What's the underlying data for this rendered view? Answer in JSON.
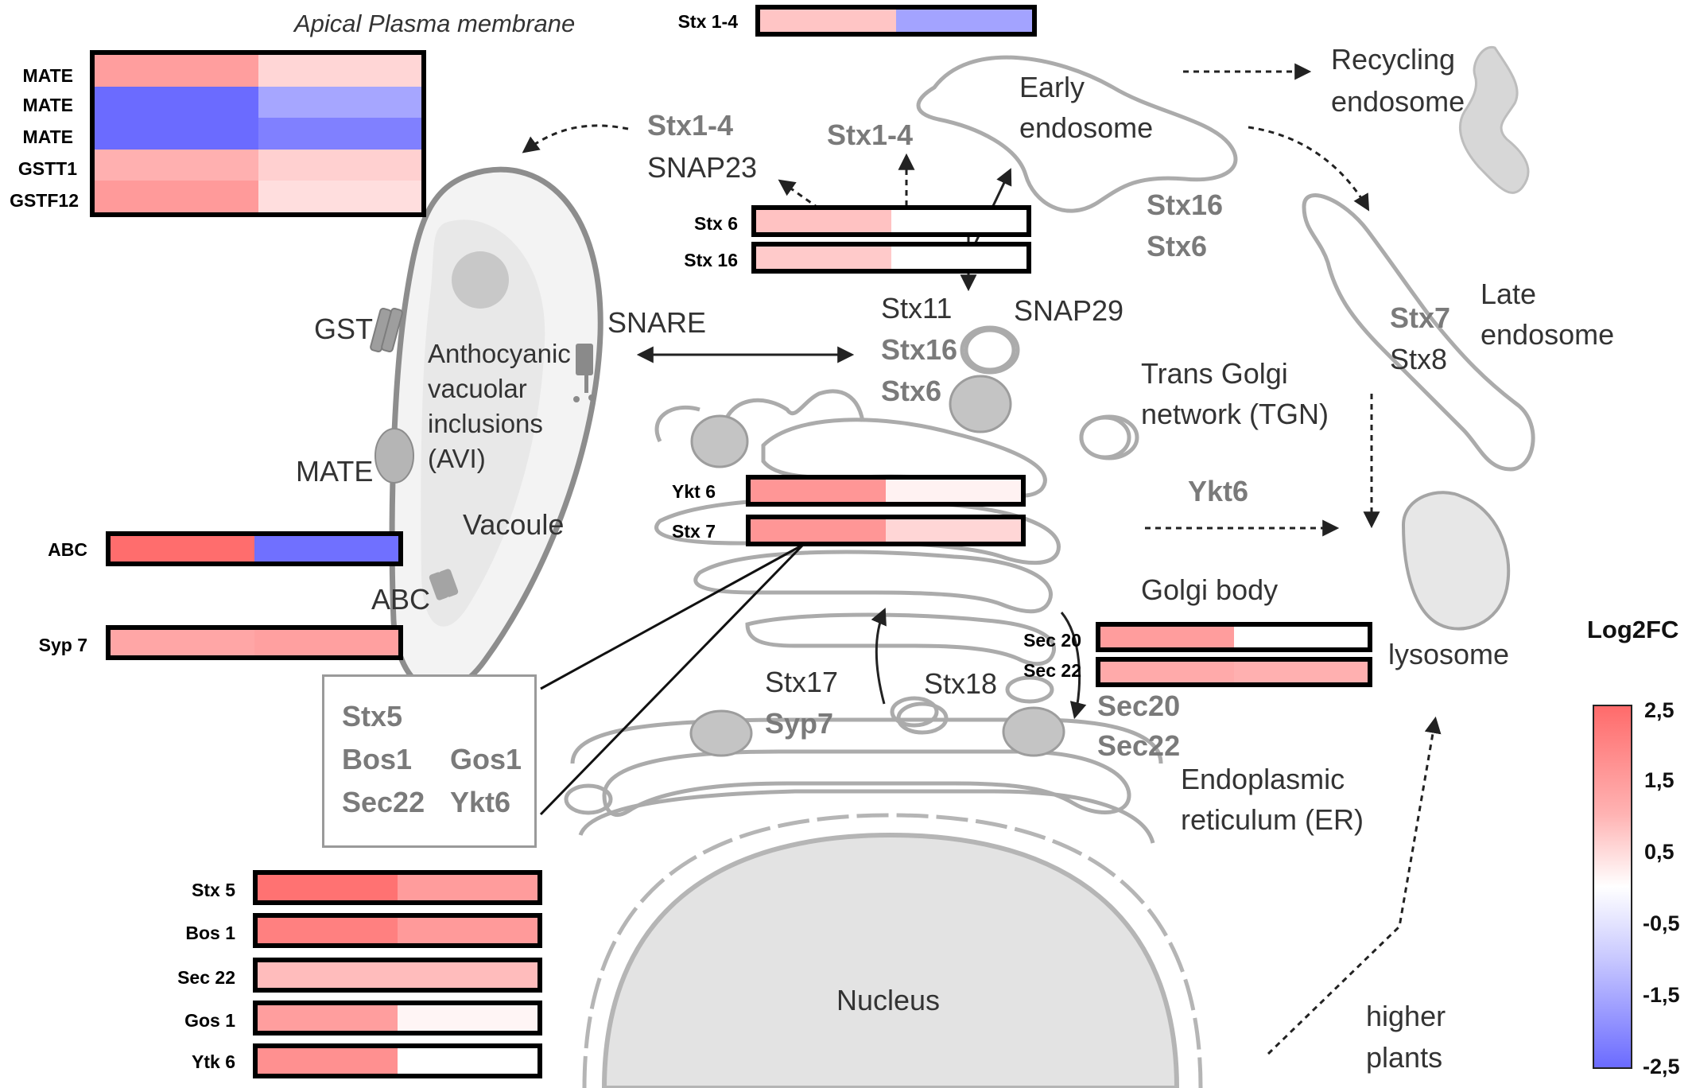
{
  "colors": {
    "up_strong": "#ff6b6b",
    "up_mid": "#ff9e9e",
    "up_light": "#ffc7c7",
    "up_faint": "#ffe3e3",
    "neutral": "#ffffff",
    "down_light": "#b3b3ff",
    "down_mid": "#8282ff",
    "down_strong": "#6b6bff",
    "organelle_stroke": "#a8a8a8",
    "organelle_fill": "#e9e9e9"
  },
  "title_apical": "Apical Plasma membrane",
  "organelles": {
    "early_endosome": [
      "Early",
      "endosome"
    ],
    "recycling_endosome": [
      "Recycling",
      "endosome"
    ],
    "late_endosome": [
      "Late",
      "endosome"
    ],
    "tgn": [
      "Trans Golgi",
      "network (TGN)"
    ],
    "golgi": "Golgi body",
    "er": [
      "Endoplasmic",
      "reticulum (ER)"
    ],
    "lysosome": "lysosome",
    "nucleus": "Nucleus",
    "vacuole": "Vacoule",
    "avi": [
      "Anthocyanic",
      "vacuolar",
      "inclusions",
      "(AVI)"
    ],
    "higher_plants": [
      "higher",
      "plants"
    ]
  },
  "labels": {
    "gst": "GST",
    "mate": "MATE",
    "abc": "ABC",
    "snare": "SNARE",
    "stx1_4_left": "Stx1-4",
    "snap23": "SNAP23",
    "stx1_4_mid": "Stx1-4",
    "stx16_ee": "Stx16",
    "stx6_ee": "Stx6",
    "stx11": "Stx11",
    "stx16_tgn": "Stx16",
    "stx6_tgn": "Stx6",
    "snap29": "SNAP29",
    "stx7": "Stx7",
    "stx8": "Stx8",
    "ykt6": "Ykt6",
    "stx17": "Stx17",
    "syp7": "Syp7",
    "stx18": "Stx18",
    "sec20": "Sec20",
    "sec22": "Sec22"
  },
  "snare_box": {
    "stx5": "Stx5",
    "bos1": "Bos1",
    "gos1": "Gos1",
    "sec22": "Sec22",
    "ykt6": "Ykt6"
  },
  "heatmaps": {
    "plasma": {
      "rows": [
        {
          "label": "MATE",
          "cells": [
            "#ff9e9e",
            "#ffd6d6"
          ]
        },
        {
          "label": "MATE",
          "cells": [
            "#6b6bff",
            "#a6a6ff"
          ]
        },
        {
          "label": "MATE",
          "cells": [
            "#6b6bff",
            "#8080ff"
          ]
        },
        {
          "label": "GSTT1",
          "cells": [
            "#ffb0b0",
            "#ffd0d0"
          ]
        },
        {
          "label": "GSTF12",
          "cells": [
            "#ff9a9a",
            "#ffdede"
          ]
        }
      ]
    },
    "stx1_4": {
      "label": "Stx 1-4",
      "cells": [
        "#ffc5c5",
        "#a3a3ff"
      ]
    },
    "stx6": {
      "label": "Stx 6",
      "cells": [
        "#ffc2c2",
        "#ffffff"
      ]
    },
    "stx16": {
      "label": "Stx 16",
      "cells": [
        "#ffcaca",
        "#ffffff"
      ]
    },
    "ykt6": {
      "label": "Ykt 6",
      "cells": [
        "#ff9696",
        "#fff2f2"
      ]
    },
    "stx7": {
      "label": "Stx 7",
      "cells": [
        "#ff9696",
        "#ffd6d6"
      ]
    },
    "abc": {
      "label": "ABC",
      "cells": [
        "#ff6d6d",
        "#7070ff"
      ]
    },
    "syp7": {
      "label": "Syp 7",
      "cells": [
        "#ffa6a6",
        "#ffa0a0"
      ]
    },
    "sec20": {
      "label": "Sec 20",
      "cells": [
        "#ff9d9d",
        "#ffffff"
      ]
    },
    "sec22": {
      "label": "Sec 22",
      "cells": [
        "#ffaaaa",
        "#ffb0b0"
      ]
    },
    "stx5": {
      "label": "Stx 5",
      "cells": [
        "#ff7272",
        "#ff9c9c"
      ]
    },
    "bos1": {
      "label": "Bos 1",
      "cells": [
        "#ff8080",
        "#ff9a9a"
      ]
    },
    "sec22b": {
      "label": "Sec 22",
      "cells": [
        "#ffbcbc",
        "#ffbcbc"
      ]
    },
    "gos1": {
      "label": "Gos 1",
      "cells": [
        "#ff9e9e",
        "#fff5f5"
      ]
    },
    "ytk6": {
      "label": "Ytk 6",
      "cells": [
        "#ff9090",
        "#ffffff"
      ]
    }
  },
  "legend": {
    "title": "Log2FC",
    "ticks": [
      "2,5",
      "1,5",
      "0,5",
      "-0,5",
      "-1,5",
      "-2,5"
    ]
  }
}
